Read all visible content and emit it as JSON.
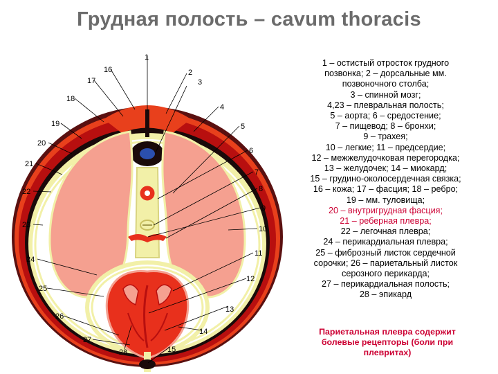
{
  "title": "Грудная полость – cavum thoracis",
  "colors": {
    "skin": "#e8401c",
    "muscle": "#b80f0f",
    "lung": "#f5a090",
    "pleura": "#f2f0a8",
    "heart": "#e8301c",
    "spinal_cord": "#2b4fae"
  },
  "diagram_labels": [
    "1",
    "2",
    "3",
    "4",
    "5",
    "6",
    "7",
    "8",
    "9",
    "10",
    "11",
    "12",
    "13",
    "14",
    "15",
    "16",
    "17",
    "18",
    "19",
    "20",
    "21",
    "22",
    "23",
    "24",
    "25",
    "26",
    "27",
    "28"
  ],
  "legend": [
    "1 – остистый отросток грудного",
    "позвонка; 2 – дорсальные мм.",
    "позвоночного столба;",
    "3 – спинной мозг;",
    "4,23 – плевральная полость;",
    "5 – аорта; 6 – средостение;",
    "7 – пищевод; 8 – бронхи;",
    "9 – трахея;",
    "10 – легкие; 11 – предсердие;",
    "12 – межжелудочковая перегородка;",
    "13 – желудочек; 14 – миокард;",
    "15 – грудино-околосердечная связка;",
    "16 – кожа; 17 – фасция; 18 – ребро;",
    "19 – мм. туловища;",
    "20 – внутригрудная фасция;",
    "21 – реберная плевра;",
    "22 – легочная плевра;",
    "24 – перикардиальная плевра;",
    "25 – фиброзный листок сердечной",
    "сорочки; 26 – париетальный листок",
    "серозного перикарда;",
    "27 – перикардиальная полость;",
    "28 – эпикард"
  ],
  "note": "Париетальная плевра содержит болевые рецепторы (боли при плевритах)"
}
